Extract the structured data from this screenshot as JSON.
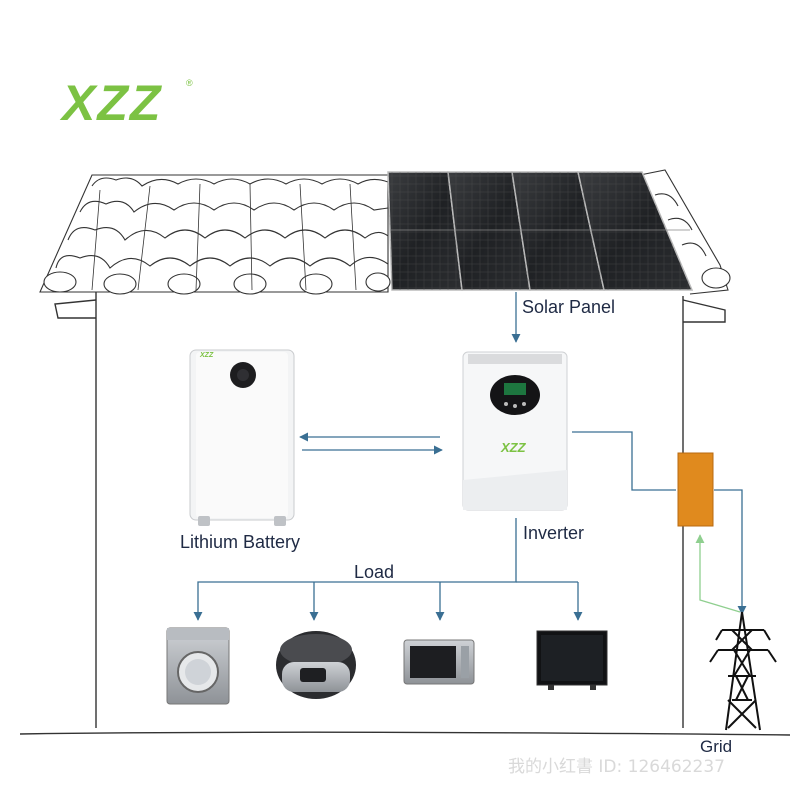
{
  "logo": {
    "text": "XZZ",
    "mark": "®",
    "color": "#7cc243"
  },
  "labels": {
    "solar_panel": "Solar Panel",
    "inverter": "Inverter",
    "lithium_battery": "Lithium Battery",
    "load": "Load",
    "grid": "Grid"
  },
  "device_brand": {
    "battery": "XZZ",
    "inverter": "XZZ"
  },
  "watermark": "我的小红書 ID: 126462237",
  "colors": {
    "arrow": "#3a6f93",
    "grid_arrow": "#8fcf8f",
    "meter": "#e08a1e",
    "outline": "#333333"
  }
}
